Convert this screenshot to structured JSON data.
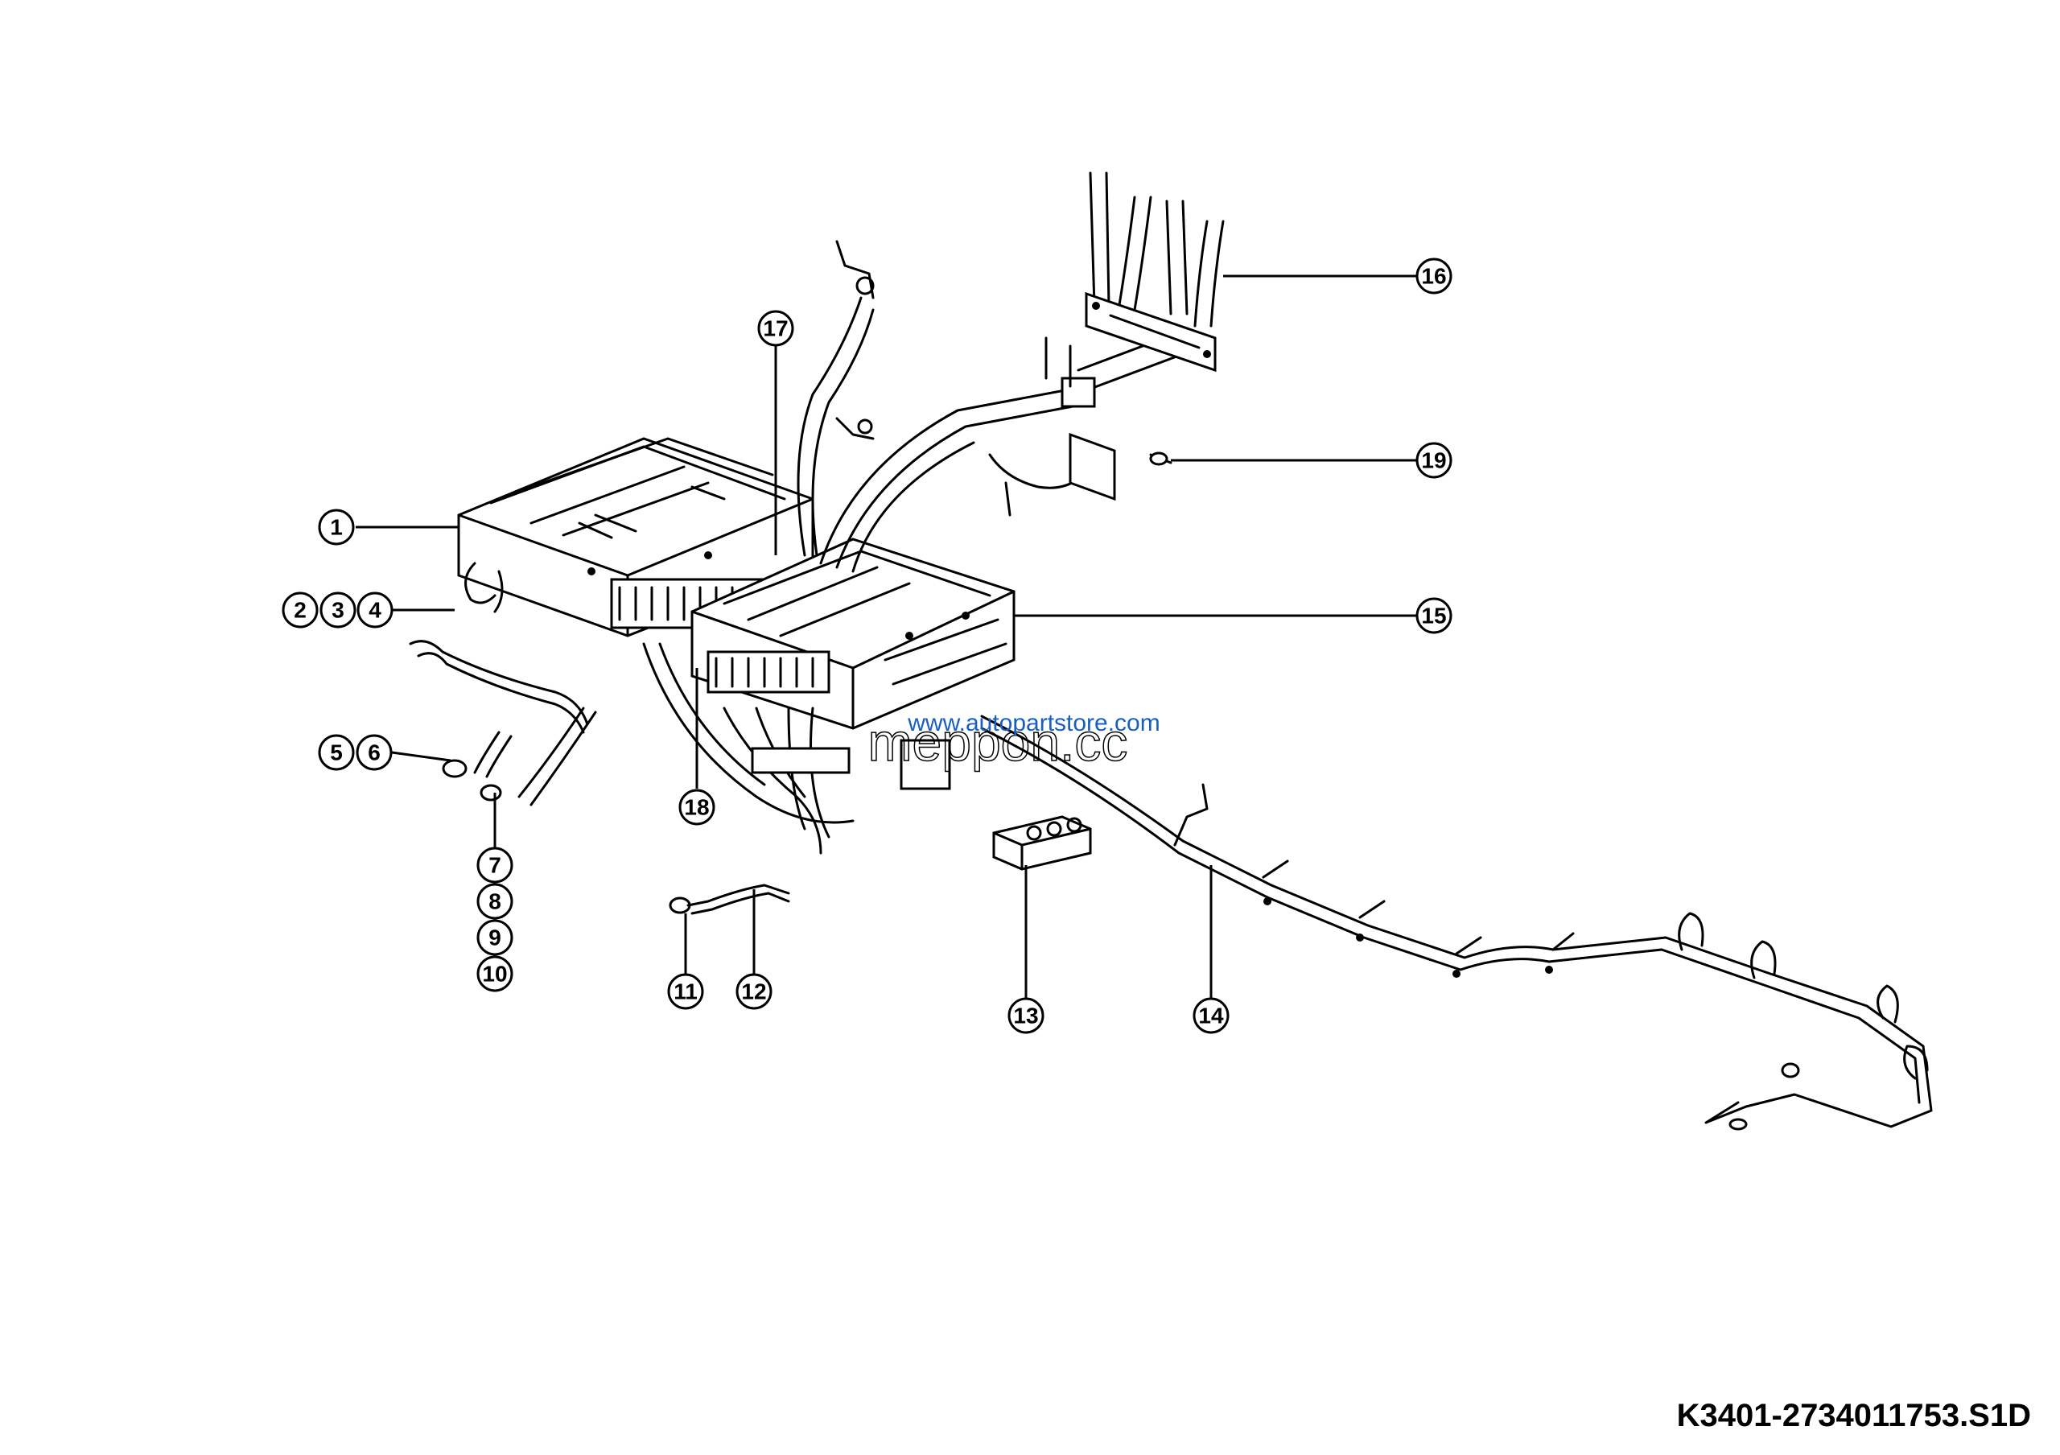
{
  "callouts": [
    {
      "label": "1"
    },
    {
      "label": "2"
    },
    {
      "label": "3"
    },
    {
      "label": "4"
    },
    {
      "label": "5"
    },
    {
      "label": "6"
    },
    {
      "label": "7"
    },
    {
      "label": "8"
    },
    {
      "label": "9"
    },
    {
      "label": "10"
    },
    {
      "label": "11"
    },
    {
      "label": "12"
    },
    {
      "label": "13"
    },
    {
      "label": "14"
    },
    {
      "label": "15"
    },
    {
      "label": "16"
    },
    {
      "label": "17"
    },
    {
      "label": "18"
    },
    {
      "label": "19"
    }
  ],
  "watermark": {
    "url": "www.autopartstore.com",
    "brand": "meppon.cc",
    "url_color": "#1a5fc0"
  },
  "document_code": "K3401-2734011753.S1D"
}
